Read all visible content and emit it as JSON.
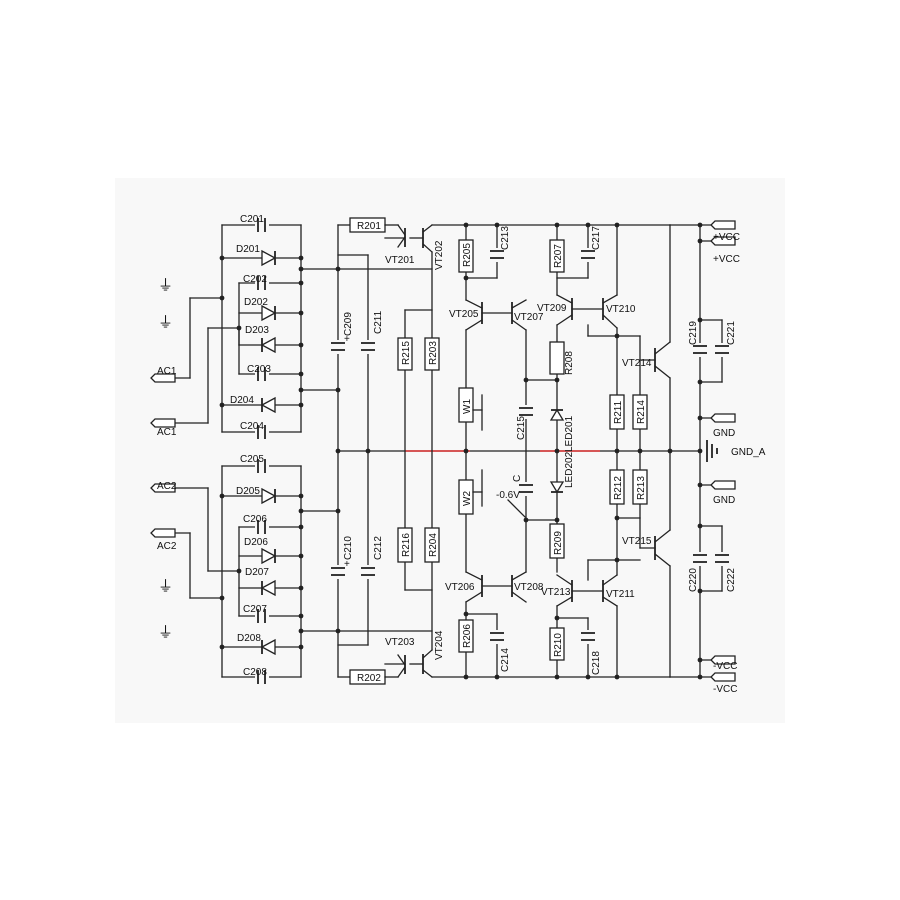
{
  "schematic": {
    "power_supply": {
      "capacitors": [
        "C201",
        "C202",
        "C203",
        "C204",
        "C205",
        "C206",
        "C207",
        "C208"
      ],
      "diodes": [
        "D201",
        "D202",
        "D203",
        "D204",
        "D205",
        "D206",
        "D207",
        "D208"
      ],
      "inputs": [
        "AC1",
        "AC1",
        "AC2",
        "AC2"
      ],
      "filter_caps": [
        "C209",
        "C211",
        "C210",
        "C212"
      ],
      "polarity_mark": "+"
    },
    "input_stage": {
      "resistors": [
        "R201",
        "R202",
        "R215",
        "R203",
        "R216",
        "R204"
      ],
      "transistors": [
        "VT201",
        "VT202",
        "VT203",
        "VT204"
      ]
    },
    "driver_stage": {
      "resistors": [
        "R205",
        "R206",
        "R207",
        "R208",
        "R209",
        "R210",
        "R211",
        "R214",
        "R212",
        "R213"
      ],
      "capacitors": [
        "C213",
        "C214",
        "C217",
        "C218",
        "C215",
        "C"
      ],
      "transistors": [
        "VT205",
        "VT207",
        "VT206",
        "VT208",
        "VT209",
        "VT210",
        "VT213",
        "VT211"
      ],
      "presets": [
        "W1",
        "W2"
      ],
      "leds": [
        "LED201",
        "LED202"
      ],
      "voltage_note": "-0.6V"
    },
    "output_stage": {
      "transistors": [
        "VT214",
        "VT215"
      ],
      "capacitors": [
        "C219",
        "C221",
        "C220",
        "C222"
      ]
    },
    "rails": {
      "pos": [
        "+VCC",
        "+VCC"
      ],
      "gnd": [
        "GND",
        "GND"
      ],
      "gnd_a": "GND_A",
      "neg": [
        "-VCC",
        "-VCC"
      ]
    },
    "ground_symbol": "⏚"
  }
}
